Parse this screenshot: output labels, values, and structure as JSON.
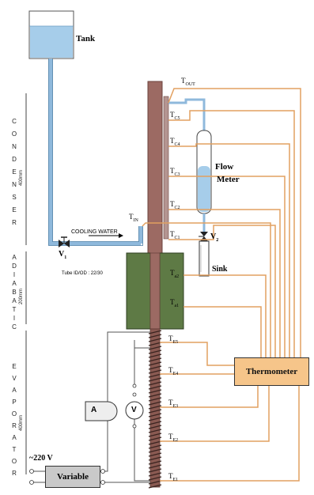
{
  "tank": {
    "label": "Tank"
  },
  "flow_meter": {
    "line1": "Flow",
    "line2": "Meter"
  },
  "sink": {
    "label": "Sink"
  },
  "thermometer": {
    "label": "Thermometer"
  },
  "variable": {
    "label": "Variable"
  },
  "voltage": {
    "label": "~220 V"
  },
  "ammeter": {
    "label": "A"
  },
  "voltmeter": {
    "label": "V"
  },
  "valve1": {
    "label": "V",
    "sub": "1"
  },
  "valve2": {
    "label": "V",
    "sub": "2"
  },
  "cooling_water": {
    "label": "COOLING  WATER"
  },
  "tube": {
    "label": "Tube ID/OD : 22/30"
  },
  "sections": {
    "condenser": {
      "letters": [
        "C",
        "O",
        "N",
        "D",
        "E",
        "N",
        "S",
        "E",
        "R"
      ],
      "length": "400mm"
    },
    "adiabatic": {
      "letters": [
        "A",
        "D",
        "I",
        "A",
        "B",
        "A",
        "T",
        "I",
        "C"
      ],
      "length": "200mm"
    },
    "evaporator": {
      "letters": [
        "E",
        "V",
        "A",
        "P",
        "O",
        "R",
        "A",
        "T",
        "O",
        "R"
      ],
      "length": "400mm"
    }
  },
  "thermocouples": {
    "tout": {
      "main": "T",
      "sub": "OUT"
    },
    "tin": {
      "main": "T",
      "sub": "IN"
    },
    "condenser": [
      {
        "main": "T",
        "sub": "C5"
      },
      {
        "main": "T",
        "sub": "C4"
      },
      {
        "main": "T",
        "sub": "C3"
      },
      {
        "main": "T",
        "sub": "C2"
      },
      {
        "main": "T",
        "sub": "C1"
      }
    ],
    "adiabatic": [
      {
        "main": "T",
        "sub": "a2"
      },
      {
        "main": "T",
        "sub": "a1"
      }
    ],
    "evaporator": [
      {
        "main": "T",
        "sub": "E5"
      },
      {
        "main": "T",
        "sub": "E4"
      },
      {
        "main": "T",
        "sub": "E3"
      },
      {
        "main": "T",
        "sub": "E2"
      },
      {
        "main": "T",
        "sub": "E1"
      }
    ]
  },
  "colors": {
    "water": "#a6cdea",
    "pipe": "#8fb9dc",
    "wire": "#e2a060",
    "insulation": "#5e7a45",
    "tube": "#9c6a63",
    "thermometer_bg": "#f6c58a"
  }
}
